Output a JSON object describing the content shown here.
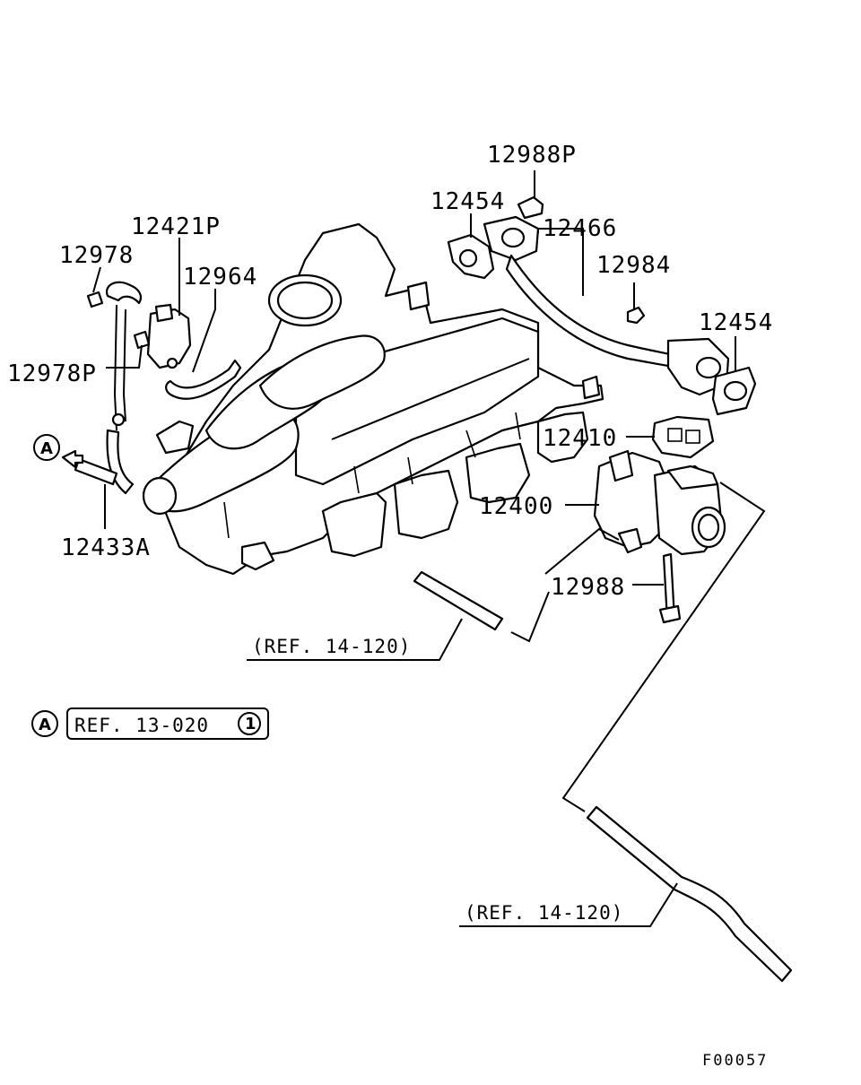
{
  "callouts": {
    "p12988P": "12988P",
    "p12454_top": "12454",
    "p12466": "12466",
    "p12421P": "12421P",
    "p12978": "12978",
    "p12964": "12964",
    "p12984": "12984",
    "p12454_right": "12454",
    "p12978P": "12978P",
    "p12410": "12410",
    "p12400": "12400",
    "p12433A": "12433A",
    "p12988": "12988"
  },
  "references": {
    "ref_mid": "(REF. 14-120)",
    "ref_bottom": "(REF. 14-120)",
    "ref_box": "REF. 13-020",
    "ref_box_circle": "1"
  },
  "markers": {
    "circle_a_top": "A",
    "circle_a_bottom": "A"
  },
  "figure_id": "F00057"
}
